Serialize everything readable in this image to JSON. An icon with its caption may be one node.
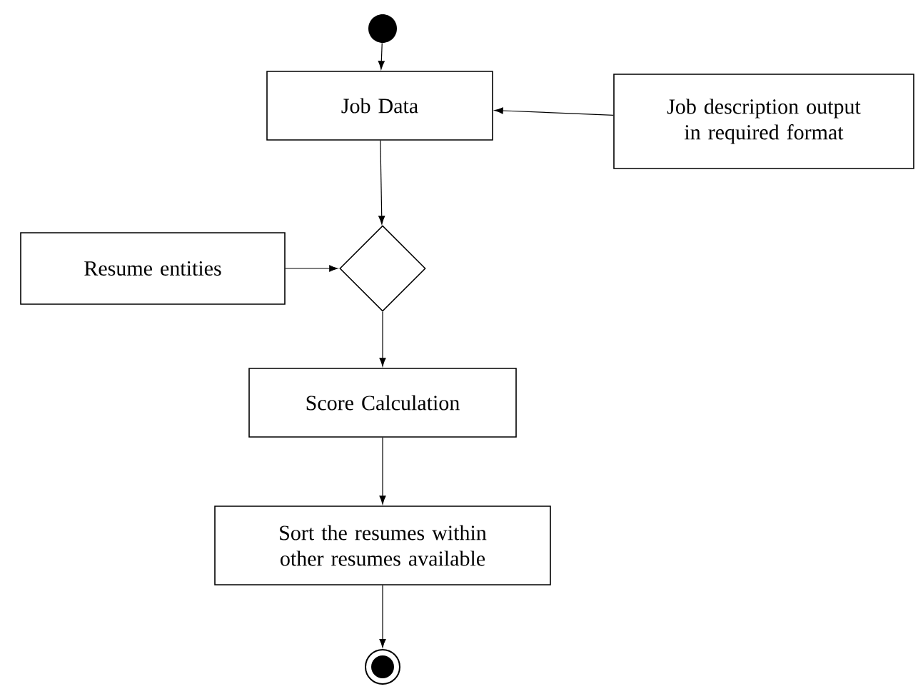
{
  "diagram": {
    "nodes": [
      {
        "text": [],
        "shape": "circle"
      },
      {
        "text": [
          "Job Data"
        ]
      },
      {
        "text": [
          "Job description output in required format"
        ]
      },
      {
        "text": [],
        "shape": "diamond"
      },
      {
        "text": [
          "Resume entities"
        ]
      },
      {
        "text": [
          "Score Calculation"
        ]
      },
      {
        "text": [
          "Sort the resumes within other resumes available"
        ]
      },
      {
        "text": [],
        "shape": "bullseye"
      }
    ],
    "edges": [
      {
        "from": 0,
        "to": 1,
        "arrow": "to"
      },
      {
        "from": 2,
        "to": 1,
        "arrow": "to"
      },
      {
        "from": 1,
        "to": 3,
        "arrow": "to"
      },
      {
        "from": 4,
        "to": 3,
        "arrow": "to"
      },
      {
        "from": 3,
        "to": 5,
        "arrow": "to"
      },
      {
        "from": 5,
        "to": 6,
        "arrow": "to"
      },
      {
        "from": 6,
        "to": 7,
        "arrow": "to"
      }
    ]
  }
}
